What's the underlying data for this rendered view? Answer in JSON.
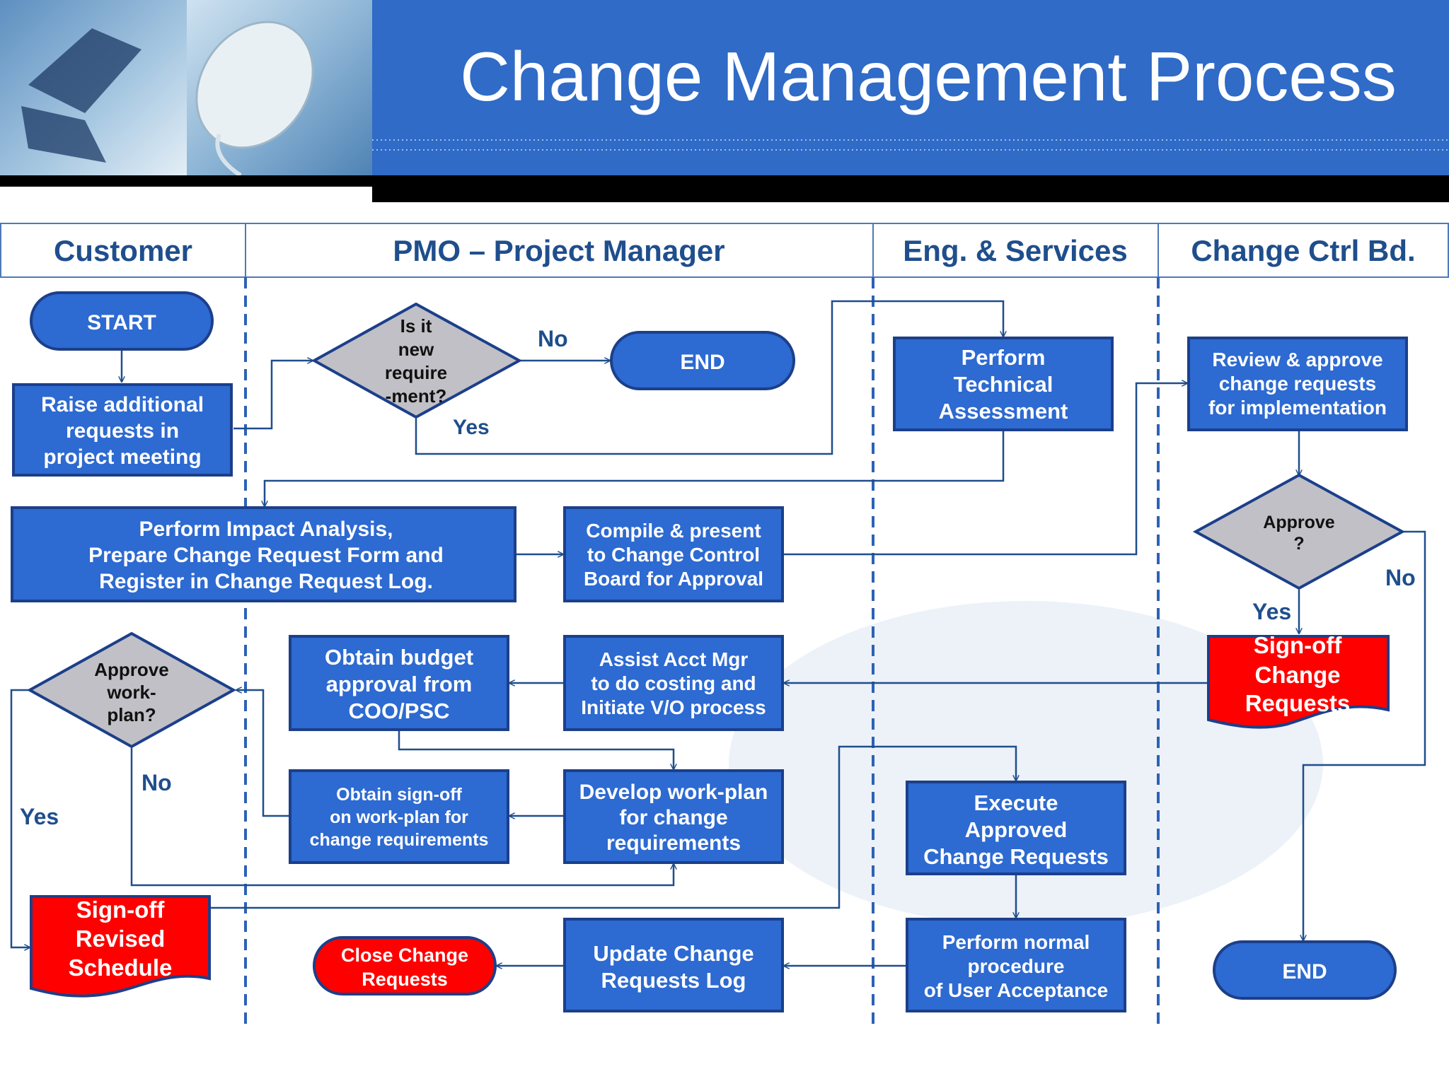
{
  "title": "Change Management Process",
  "lanes": [
    "Customer",
    "PMO – Project Manager",
    "Eng. & Services",
    "Change Ctrl Bd."
  ],
  "nodes": {
    "start": [
      "START"
    ],
    "raise": [
      "Raise additional",
      "requests in",
      "project meeting"
    ],
    "new_req": [
      "Is it",
      "new",
      "require",
      "-ment?"
    ],
    "end_top": [
      "END"
    ],
    "tech": [
      "Perform",
      "Technical",
      "Assessment"
    ],
    "review": [
      "Review  & approve",
      "change requests",
      "for implementation"
    ],
    "impact": [
      "Perform Impact Analysis,",
      "Prepare  Change Request Form and",
      "Register in Change Request Log."
    ],
    "compile": [
      "Compile & present",
      "to Change Control",
      "Board for Approval"
    ],
    "approve": [
      "Approve",
      "?"
    ],
    "approve_plan": [
      "Approve",
      "work-",
      "plan?"
    ],
    "budget": [
      "Obtain budget",
      "approval from",
      "COO/PSC"
    ],
    "costing": [
      "Assist Acct Mgr",
      "to do costing and",
      "Initiate V/O process"
    ],
    "signoff_cr": [
      "Sign-off",
      "Change",
      "Requests"
    ],
    "obtain_signoff": [
      "Obtain sign-off",
      "on  work-plan for",
      "change requirements"
    ],
    "workplan": [
      "Develop work-plan",
      "for change",
      "requirements"
    ],
    "execute": [
      "Execute",
      "Approved",
      "Change Requests"
    ],
    "signoff_sched": [
      "Sign-off",
      "Revised",
      "Schedule"
    ],
    "close": [
      "Close Change",
      "Requests"
    ],
    "update_log": [
      "Update Change",
      "Requests Log"
    ],
    "uat": [
      "Perform normal",
      "procedure",
      "of User Acceptance"
    ],
    "end_bottom": [
      "END"
    ]
  },
  "edge_labels": {
    "no_new": "No",
    "yes_new": "Yes",
    "no_approve": "No",
    "yes_approve": "Yes",
    "no_plan": "No",
    "yes_plan": "Yes"
  },
  "colors": {
    "header_blue": "#2f6bc7",
    "box_blue": "#2d6ad1",
    "box_border": "#1c3f8a",
    "signoff_red": "#ff0000",
    "diamond_grey": "#c0c0c6",
    "lane_text": "#1f4e8c",
    "line": "#1f4e8c"
  }
}
